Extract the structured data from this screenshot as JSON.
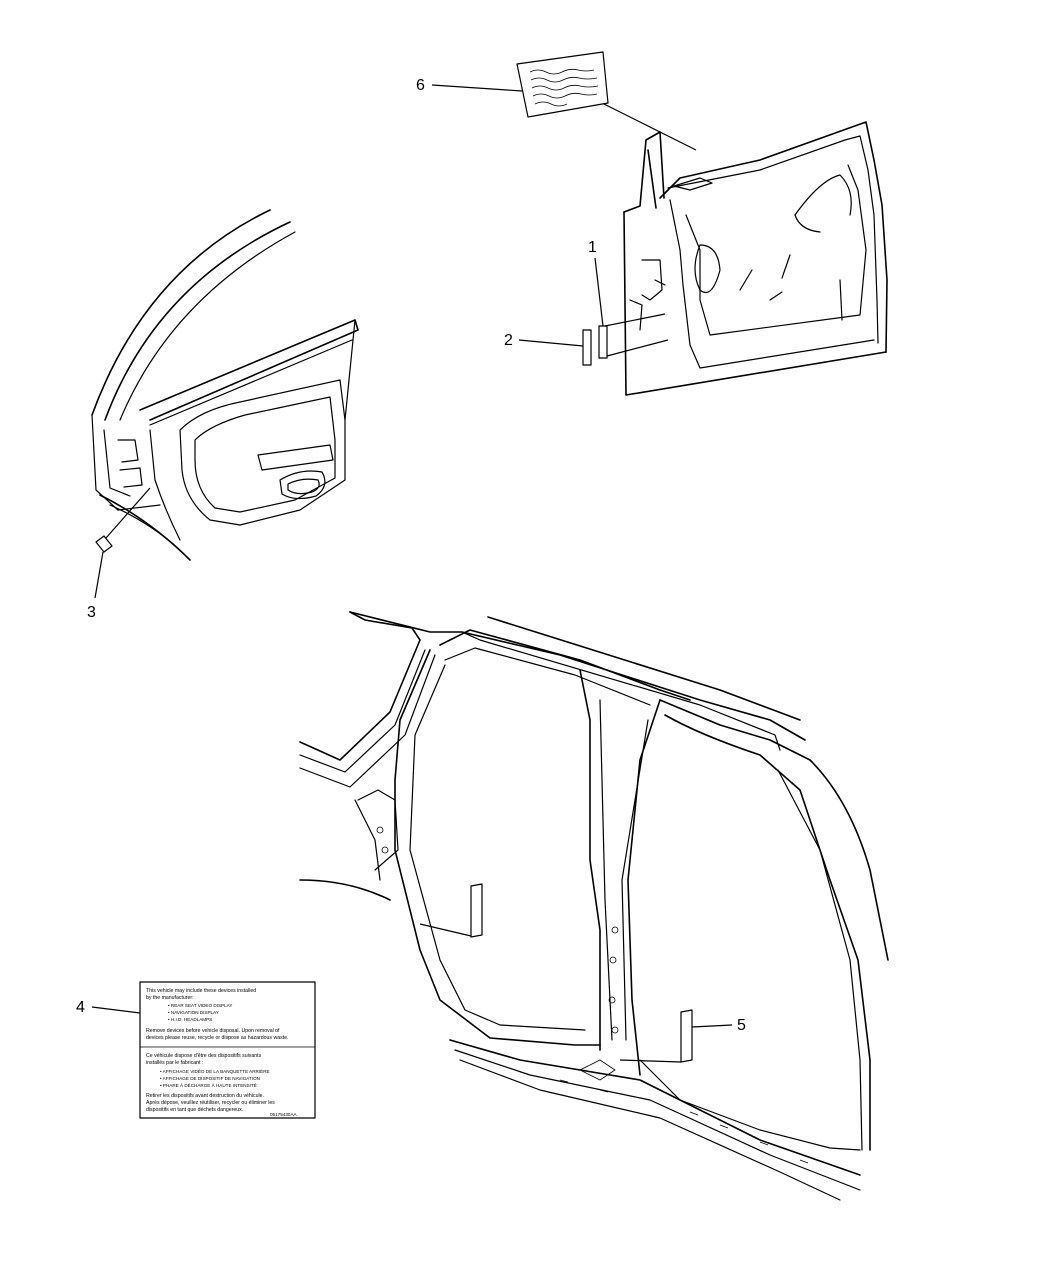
{
  "callouts": {
    "c1": "1",
    "c2": "2",
    "c3": "3",
    "c4": "4",
    "c5": "5",
    "c6": "6"
  },
  "warning_label": {
    "lines": [
      "This vehicle may include these devices installed",
      "by the manufacturer:",
      "• REAR SEAT VIDEO DISPLAY",
      "• NAVIGATION DISPLAY",
      "• H.I.D. HEADLAMPS",
      "Remove devices before vehicle disposal. Upon removal of",
      "devices please reuse, recycle or dispose as hazardous waste.",
      "Ce véhicule dispose d'être des dispositifs suivants",
      "installés par le fabricant :",
      "• AFFICHAGE VIDÉO DE LA BANQUETTE ARRIÈRE",
      "• AFFICHAGE DE DISPOSITIF DE NAVIGATION",
      "• PHARE À DÉCHARGE À HAUTE INTENSITÉ",
      "Retirer les dispositifs avant destruction du véhicule.",
      "Après dépose, veuillez réutiliser, recycler ou éliminer les",
      "dispositifs en tant que déchets dangereux.",
      "05175430AA"
    ]
  },
  "icons": {
    "decal": "label-sheet-icon",
    "door": "door-outline-icon",
    "body": "body-side-outline-icon"
  },
  "colors": {
    "ink": "#000000",
    "background": "#ffffff"
  }
}
